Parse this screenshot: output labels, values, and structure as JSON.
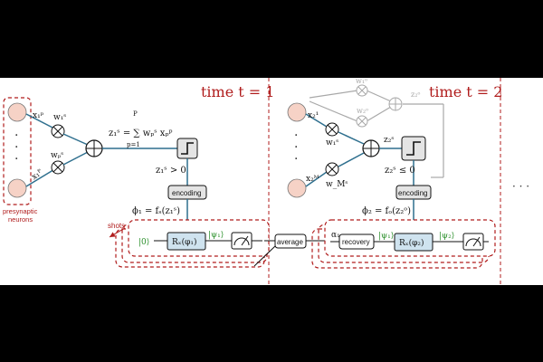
{
  "headers": {
    "t1": "time t = 1",
    "t2": "time t = 2"
  },
  "labels": {
    "presynaptic": "presynaptic",
    "neurons": "neurons",
    "shots": "shots",
    "encoding": "encoding",
    "average": "average",
    "recovery": "recovery",
    "dots_vertical": "·",
    "ellipsis": "· · ·"
  },
  "math": {
    "x1": "x₁ᵖ",
    "xP": "x₁ᴾ",
    "w1": "w₁ˢ",
    "wP": "wₚˢ",
    "z1_sum": "z₁ˢ = ∑ wₚˢ xₚᵖ",
    "sum_top": "P",
    "sum_bottom": "p=1",
    "cond1": "z₁ˢ > 0",
    "phi1": "ϕ₁ = fₛ(z₁ˢ)",
    "ket0": "|0⟩",
    "rx1": "Rₓ(φ₁)",
    "psi1": "|ψ₁⟩",
    "x2_1": "x₂¹",
    "x2_M": "x₂ᴹ",
    "w1_2": "w₁ˢ",
    "wM_2": "w_Mˢ",
    "w1_o": "w₁ᵒ",
    "w2_o": "w₂ᵒ",
    "z2_o": "z₂ᵒ",
    "z2_s": "z₂ˢ",
    "cond2": "z₂ˢ ≤ 0",
    "phi2": "ϕ₂ = fₒ(z₂ᵒ)",
    "alpha1": "α₁",
    "psi1b": "|ψ₁⟩",
    "rx2": "Rₓ(φ₂)",
    "psi2": "|ψ₂⟩"
  },
  "colors": {
    "accent_red": "#b01c1c",
    "blue_line": "#2e6f8e",
    "neuron_fill": "#f6d2c6",
    "gate_fill": "#cfe3ef",
    "green_text": "#2a8f2a",
    "gray": "#a8a8a8"
  }
}
